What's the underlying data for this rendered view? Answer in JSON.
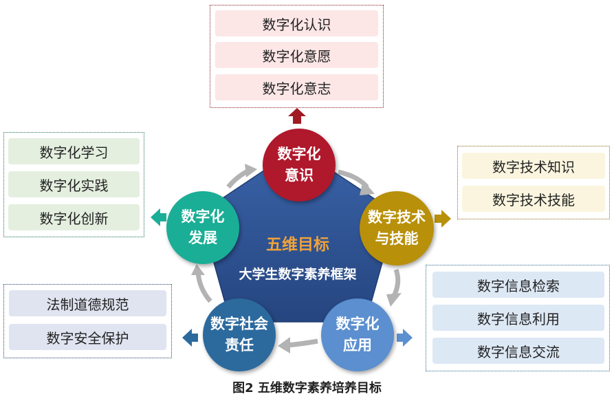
{
  "center": {
    "title": "五维目标",
    "subtitle": "大学生数字素养框架"
  },
  "nodes": {
    "awareness": {
      "line1": "数字化",
      "line2": "意识"
    },
    "skills": {
      "line1": "数字技术",
      "line2": "与技能"
    },
    "application": {
      "line1": "数字化",
      "line2": "应用"
    },
    "responsibility": {
      "line1": "数字社会",
      "line2": "责任"
    },
    "development": {
      "line1": "数字化",
      "line2": "发展"
    }
  },
  "groups": {
    "awareness": [
      "数字化认识",
      "数字化意愿",
      "数字化意志"
    ],
    "skills": [
      "数字技术知识",
      "数字技术技能"
    ],
    "application": [
      "数字信息检索",
      "数字信息利用",
      "数字信息交流"
    ],
    "responsibility": [
      "法制道德规范",
      "数字安全保护"
    ],
    "development": [
      "数字化学习",
      "数字化实践",
      "数字化创新"
    ]
  },
  "caption": "图2 五维数字素养培养目标",
  "colors": {
    "pentagon": "#2e5394",
    "awareness": "#b0182c",
    "skills": "#b8900a",
    "application": "#5b8fcf",
    "responsibility": "#2c6a9e",
    "development": "#1aae96",
    "center_title": "#f0a23a"
  }
}
